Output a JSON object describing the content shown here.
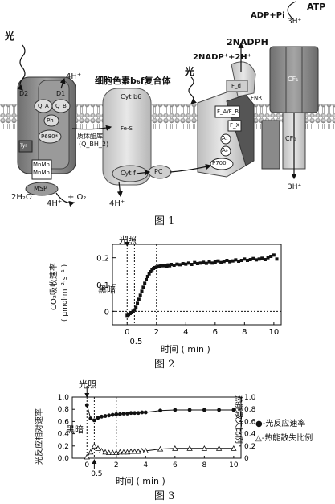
{
  "fig1": {
    "caption": "图 1",
    "light_left": "光",
    "light_right": "光",
    "h_4_top": "4H⁺",
    "cyt_complex": "细胞色素b₆f复合体",
    "atp": "ATP",
    "adp_pi": "ADP+Pi",
    "h3_top": "3H⁺",
    "nadph": "2NADPH",
    "nadp": "2NADP⁺+2H⁺",
    "labels": {
      "d2": "D2",
      "d1": "D1",
      "qa": "Q_A",
      "qb": "Q_B",
      "ph": "Ph",
      "p680": "P680*",
      "tyr": "Tyr",
      "mn1": "MnMn",
      "mn2": "MnMn",
      "msp": "MSP",
      "pq_pool": "质体醌库",
      "pq_sub": "(Q_BH_2)",
      "cytb6": "Cyt b6",
      "fes": "Fe-S",
      "cytf": "Cyt f",
      "pc": "PC",
      "fd": "F_d",
      "fnr": "FNR",
      "fafb": "F_A/F_B",
      "fx": "F_X",
      "a1": "A₁",
      "a0": "A₀",
      "p700": "P700",
      "cf1": "CF₁",
      "cf0": "CF₀",
      "h3_bottom": "3H⁺",
      "h2o": "2H₂O",
      "h4_bottom_left": "4H⁺",
      "o2": "+ O₂",
      "h4_bottom_mid": "4H⁺"
    }
  },
  "fig2": {
    "caption": "图 2",
    "light_label": "光照",
    "dark_label": "黑暗",
    "xlabel": "时间 ( min )",
    "ylabel_main": "CO₂吸收速率",
    "ylabel_unit": "( μmol·m⁻²·s⁻¹ )"
  },
  "fig3": {
    "caption": "图 3",
    "light_label": "光照",
    "dark_label": "黑暗",
    "xlabel": "时间 ( min )",
    "ylabel_left": "光反应相对速率",
    "ylabel_right": "热能散失比例",
    "legend_rate": "光反应速率",
    "legend_heat": "热能散失比例"
  },
  "chart_data": [
    {
      "type": "scatter",
      "xlabel": "时间 ( min )",
      "ylabel": "CO₂吸收速率 ( μmol·m⁻²·s⁻¹ )",
      "xlim": [
        -1,
        10.5
      ],
      "ylim": [
        -0.05,
        0.25
      ],
      "x_ticks": [
        0,
        2,
        4,
        6,
        8,
        10
      ],
      "x_extra_tick": 0.5,
      "y_ticks": [
        0,
        0.1,
        0.2
      ],
      "series": [
        {
          "x": [
            0.0,
            0.1,
            0.2,
            0.3,
            0.4,
            0.5,
            0.6,
            0.7,
            0.8,
            0.9,
            1.0,
            1.1,
            1.2,
            1.3,
            1.4,
            1.5,
            1.6,
            1.7,
            1.8,
            1.9,
            2.0,
            2.1,
            2.2,
            2.3,
            2.4,
            2.5,
            2.6,
            2.7,
            2.8,
            2.9,
            3.0,
            3.2,
            3.4,
            3.6,
            3.8,
            4.0,
            4.2,
            4.4,
            4.6,
            4.8,
            5.0,
            5.2,
            5.4,
            5.6,
            5.8,
            6.0,
            6.2,
            6.4,
            6.6,
            6.8,
            7.0,
            7.2,
            7.4,
            7.6,
            7.8,
            8.0,
            8.2,
            8.4,
            8.6,
            8.8,
            9.0,
            9.2,
            9.4,
            9.6,
            9.8,
            10.0,
            10.2
          ],
          "y": [
            -0.015,
            -0.012,
            -0.008,
            -0.005,
            0.0,
            0.005,
            0.015,
            0.03,
            0.045,
            0.06,
            0.075,
            0.09,
            0.105,
            0.118,
            0.13,
            0.14,
            0.148,
            0.155,
            0.16,
            0.163,
            0.165,
            0.167,
            0.168,
            0.17,
            0.171,
            0.17,
            0.172,
            0.168,
            0.173,
            0.17,
            0.175,
            0.172,
            0.176,
            0.174,
            0.178,
            0.176,
            0.18,
            0.175,
            0.182,
            0.178,
            0.18,
            0.183,
            0.179,
            0.185,
            0.18,
            0.184,
            0.188,
            0.182,
            0.186,
            0.19,
            0.185,
            0.188,
            0.192,
            0.187,
            0.19,
            0.195,
            0.19,
            0.193,
            0.197,
            0.192,
            0.195,
            0.198,
            0.193,
            0.2,
            0.205,
            0.21,
            0.195
          ]
        }
      ]
    },
    {
      "type": "line",
      "xlabel": "时间 ( min )",
      "ylabel": "光反应相对速率",
      "ylabel_right": "热能散失比例",
      "xlim": [
        -1,
        10.5
      ],
      "ylim": [
        0,
        1.0
      ],
      "y2lim": [
        0,
        1.0
      ],
      "x_ticks": [
        0,
        2,
        4,
        6,
        8,
        10
      ],
      "x_extra_tick": 0.5,
      "y_ticks": [
        0,
        0.2,
        0.4,
        0.6,
        0.8,
        1.0
      ],
      "series": [
        {
          "name": "光反应速率",
          "marker": "circle",
          "x": [
            0,
            0.25,
            0.5,
            0.75,
            1.0,
            1.25,
            1.5,
            1.75,
            2.0,
            2.25,
            2.5,
            2.75,
            3.0,
            3.25,
            3.5,
            3.75,
            4.0,
            5,
            6,
            7,
            8,
            9,
            10
          ],
          "y": [
            0.87,
            0.65,
            0.62,
            0.66,
            0.68,
            0.69,
            0.7,
            0.71,
            0.72,
            0.72,
            0.73,
            0.73,
            0.74,
            0.74,
            0.74,
            0.75,
            0.75,
            0.78,
            0.79,
            0.79,
            0.79,
            0.79,
            0.79
          ]
        },
        {
          "name": "热能散失比例",
          "marker": "triangle",
          "axis": "right",
          "x": [
            0,
            0.25,
            0.5,
            0.75,
            1.0,
            1.25,
            1.5,
            1.75,
            2.0,
            2.25,
            2.5,
            2.75,
            3.0,
            3.25,
            3.5,
            3.75,
            4.0,
            5,
            6,
            7,
            8,
            9,
            10
          ],
          "y": [
            0.02,
            0.1,
            0.2,
            0.16,
            0.12,
            0.1,
            0.09,
            0.09,
            0.09,
            0.1,
            0.1,
            0.1,
            0.11,
            0.11,
            0.11,
            0.12,
            0.12,
            0.15,
            0.16,
            0.16,
            0.16,
            0.16,
            0.16
          ]
        }
      ]
    }
  ]
}
